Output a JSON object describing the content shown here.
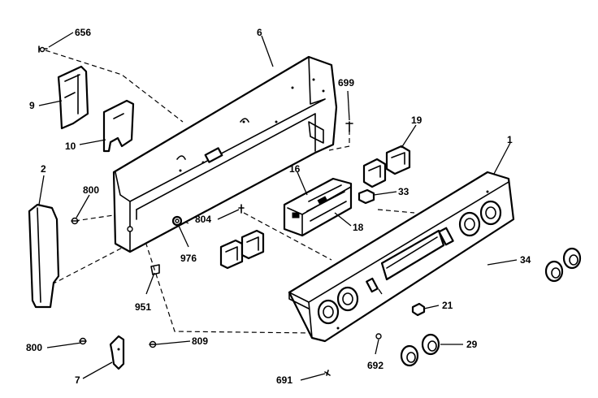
{
  "callouts": {
    "c656": "656",
    "c6": "6",
    "c9": "9",
    "c10": "10",
    "c699": "699",
    "c19": "19",
    "c1": "1",
    "c2": "2",
    "c800a": "800",
    "c16": "16",
    "c33": "33",
    "c804": "804",
    "c18": "18",
    "c976": "976",
    "c34": "34",
    "c951": "951",
    "c21": "21",
    "c800b": "800",
    "c809": "809",
    "c692": "692",
    "c29": "29",
    "c7": "7",
    "c691": "691"
  }
}
